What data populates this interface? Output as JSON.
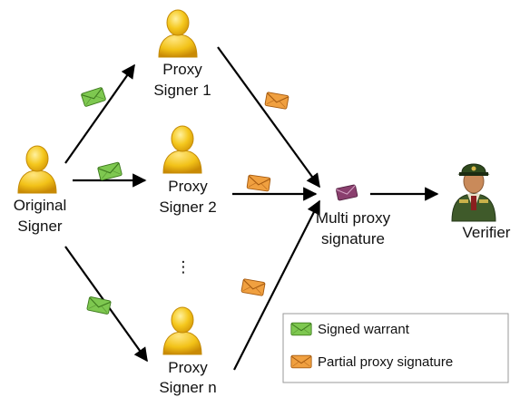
{
  "nodes": {
    "original_signer": {
      "line1": "Original",
      "line2": "Signer"
    },
    "proxy_signer_1": {
      "line1": "Proxy",
      "line2": "Signer 1"
    },
    "proxy_signer_2": {
      "line1": "Proxy",
      "line2": "Signer 2"
    },
    "ellipsis": "⋮",
    "proxy_signer_n": {
      "line1": "Proxy",
      "line2": "Signer n"
    },
    "multi_proxy_signature": {
      "line1": "Multi proxy",
      "line2": "signature"
    },
    "verifier": {
      "label": "Verifier"
    }
  },
  "legend": {
    "signed_warrant": "Signed warrant",
    "partial_proxy_signature": "Partial proxy signature"
  },
  "colors": {
    "signed_warrant": "#7ec850",
    "partial_proxy_signature": "#f0a040",
    "multi_proxy_signature": "#8a3f6e",
    "person": "#f2c218",
    "verifier_uniform": "#3f5a2a"
  }
}
